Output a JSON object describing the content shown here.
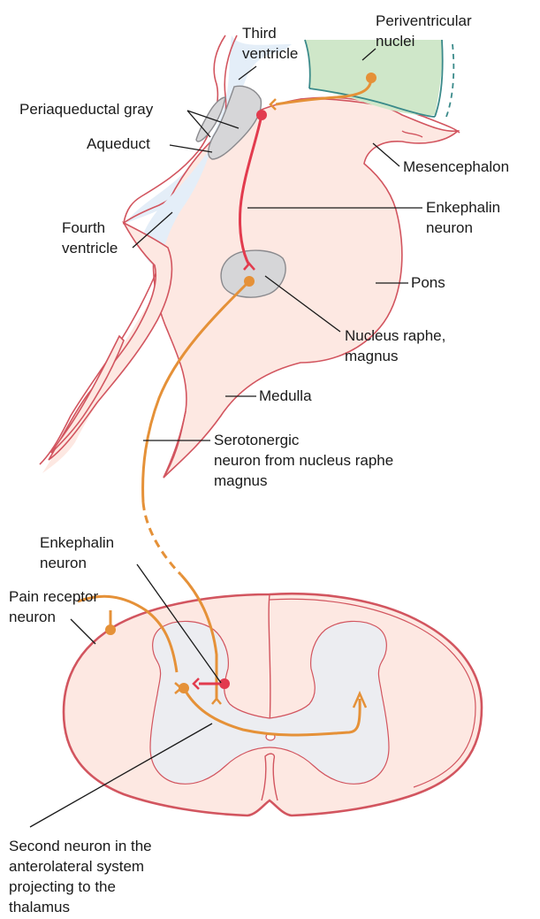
{
  "labels": {
    "third_ventricle": [
      "Third",
      "ventricle"
    ],
    "periventricular_nuclei": [
      "Periventricular",
      "nuclei"
    ],
    "periaqueductal_gray": "Periaqueductal gray",
    "aqueduct": "Aqueduct",
    "mesencephalon": "Mesencephalon",
    "enkephalin_neuron_upper": [
      "Enkephalin",
      "neuron"
    ],
    "fourth_ventricle": [
      "Fourth",
      "ventricle"
    ],
    "pons": "Pons",
    "nucleus_raphe_magnus": [
      "Nucleus raphe,",
      "magnus"
    ],
    "medulla": "Medulla",
    "serotonergic_neuron": [
      "Serotonergic",
      "neuron from nucleus raphe",
      "magnus"
    ],
    "enkephalin_neuron_lower": [
      "Enkephalin",
      "neuron"
    ],
    "pain_receptor_neuron": [
      "Pain receptor",
      "neuron"
    ],
    "second_neuron": [
      "Second neuron in the",
      "anterolateral system",
      "projecting to the",
      "thalamus"
    ]
  },
  "colors": {
    "brainstem_fill": "#fde8e2",
    "brainstem_outline": "#d2555f",
    "ventricle_fill": "#e4eef8",
    "periventricular_fill": "#cfe7c9",
    "periventricular_outline": "#3a8a8a",
    "nucleus_fill": "#d6d6d8",
    "nucleus_outline": "#8a8a8e",
    "serotonergic_orange": "#e59138",
    "enkephalin_red": "#e23b4e",
    "spinal_cord_fill": "#fde8e2",
    "spinal_cord_outline": "#d2555f",
    "gray_matter_fill": "#ecedf1"
  }
}
